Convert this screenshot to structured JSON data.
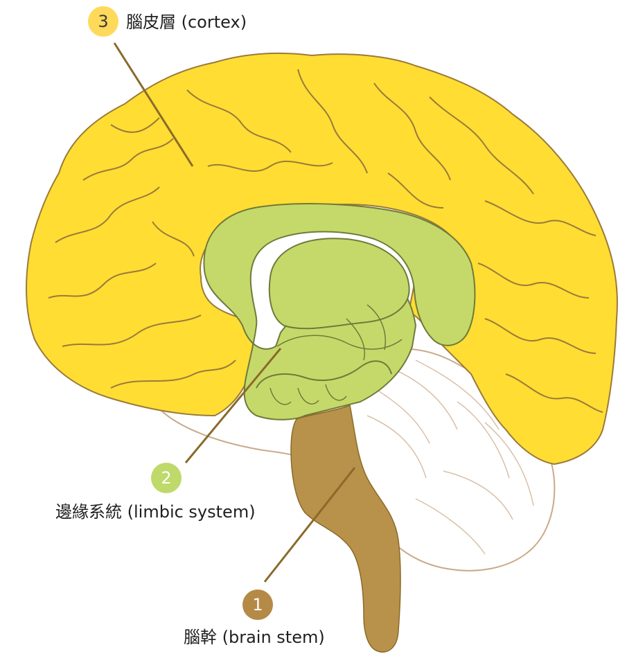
{
  "regions": [
    {
      "id": "cortex",
      "number": "3",
      "label": "腦皮層 (cortex)",
      "color": "#FFDD33",
      "badge_color": "#FFD95A",
      "badge_text_color": "#3a3a3a"
    },
    {
      "id": "limbic",
      "number": "2",
      "label": "邊緣系統 (limbic system)",
      "color": "#C5D96A",
      "badge_color": "#BFD96A",
      "badge_text_color": "#ffffff"
    },
    {
      "id": "brainstem",
      "number": "1",
      "label": "腦幹 (brain stem)",
      "color": "#B8914A",
      "badge_color": "#B58A47",
      "badge_text_color": "#ffffff"
    }
  ],
  "colors": {
    "outline": "#9a7a3a",
    "leader_line": "#8a6a2a",
    "cerebellum_fill": "#ffffff",
    "cerebellum_stroke": "#c9a98a"
  }
}
